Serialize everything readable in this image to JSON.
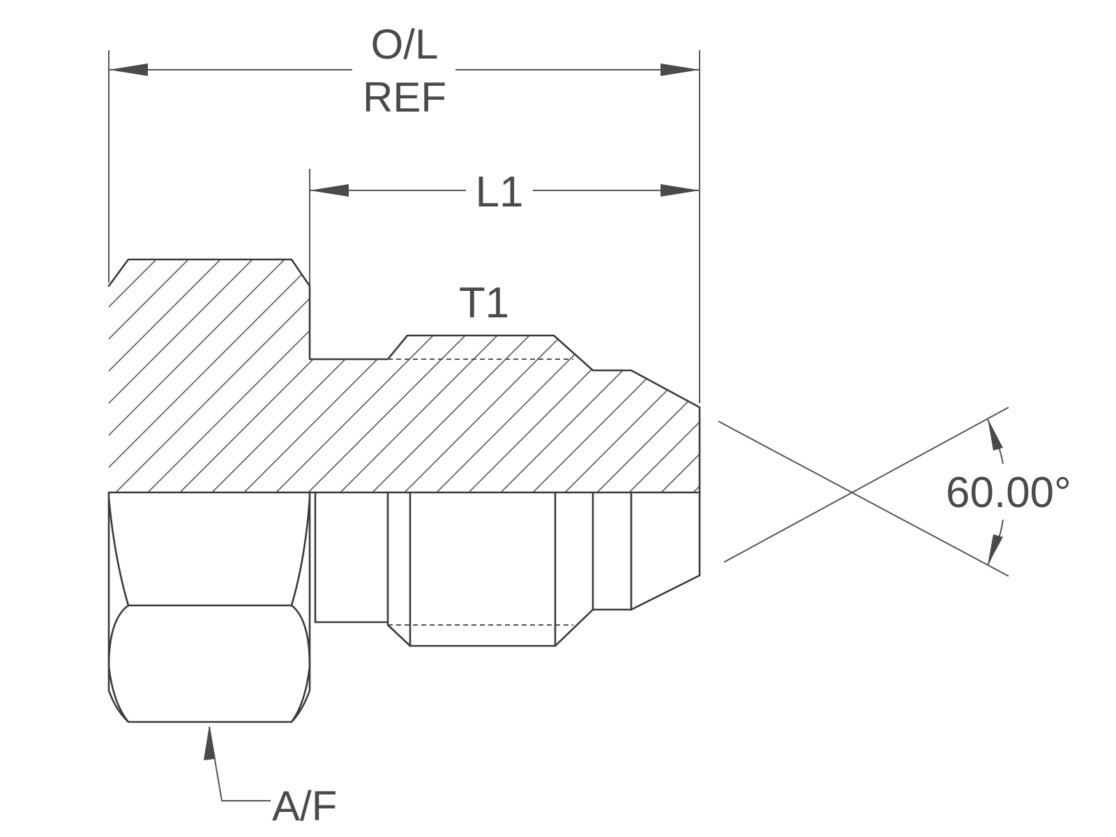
{
  "dimensions": {
    "overall_length": "O/L",
    "overall_length_ref": "REF",
    "length_1": "L1",
    "thread_1": "T1",
    "across_flats": "A/F",
    "flare_angle": "60.00°"
  },
  "colors": {
    "line": "#3a3a3a",
    "text": "#4a4a4a"
  }
}
